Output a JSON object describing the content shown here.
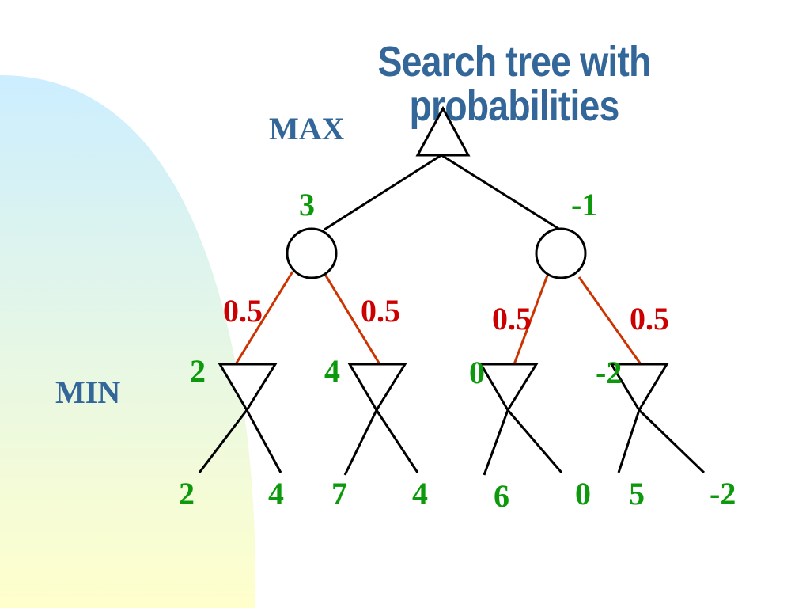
{
  "slide": {
    "title_line1": "Search tree with",
    "title_line2": "probabilities",
    "max_label": "MAX",
    "min_label": "MIN"
  },
  "colors": {
    "title": "#336699",
    "node_values": "#0c9a0c",
    "probabilities": "#cc0000",
    "chance_edges": "#cc3300",
    "edges": "#000000",
    "background_gradient_top": "#cceeff",
    "background_gradient_bottom": "#ffffcc"
  },
  "tree": {
    "root": {
      "type": "max-triangle"
    },
    "chance_nodes": [
      {
        "value": "3",
        "probs": [
          "0.5",
          "0.5"
        ]
      },
      {
        "value": "-1",
        "probs": [
          "0.5",
          "0.5"
        ]
      }
    ],
    "min_nodes": [
      {
        "value": "2"
      },
      {
        "value": "4"
      },
      {
        "value": "0"
      },
      {
        "value": "-2"
      }
    ],
    "leaves": [
      "2",
      "4",
      "7",
      "4",
      "6",
      "0",
      "5",
      "-2"
    ]
  }
}
